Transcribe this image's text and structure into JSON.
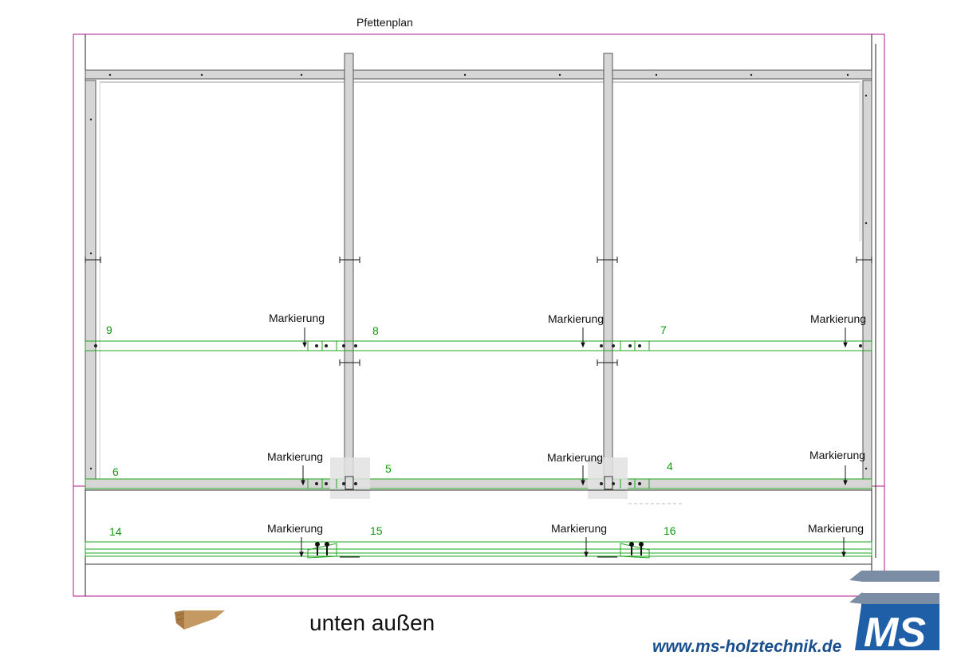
{
  "plan_title": "Pfettenplan",
  "caption": "unten außen",
  "website": "www.ms-holztechnik.de",
  "logo_text": "MS",
  "marker_label": "Markierung",
  "beam_numbers": [
    "9",
    "8",
    "7",
    "6",
    "5",
    "4",
    "14",
    "15",
    "16"
  ],
  "colors": {
    "frame": "#b0188f",
    "timber": "#d6d6d6",
    "beam": "#1fa51f",
    "number": "#119911",
    "logo_blue": "#1f5fa8"
  },
  "icons": [
    "wood-beam-icon",
    "ms-logo-icon"
  ]
}
